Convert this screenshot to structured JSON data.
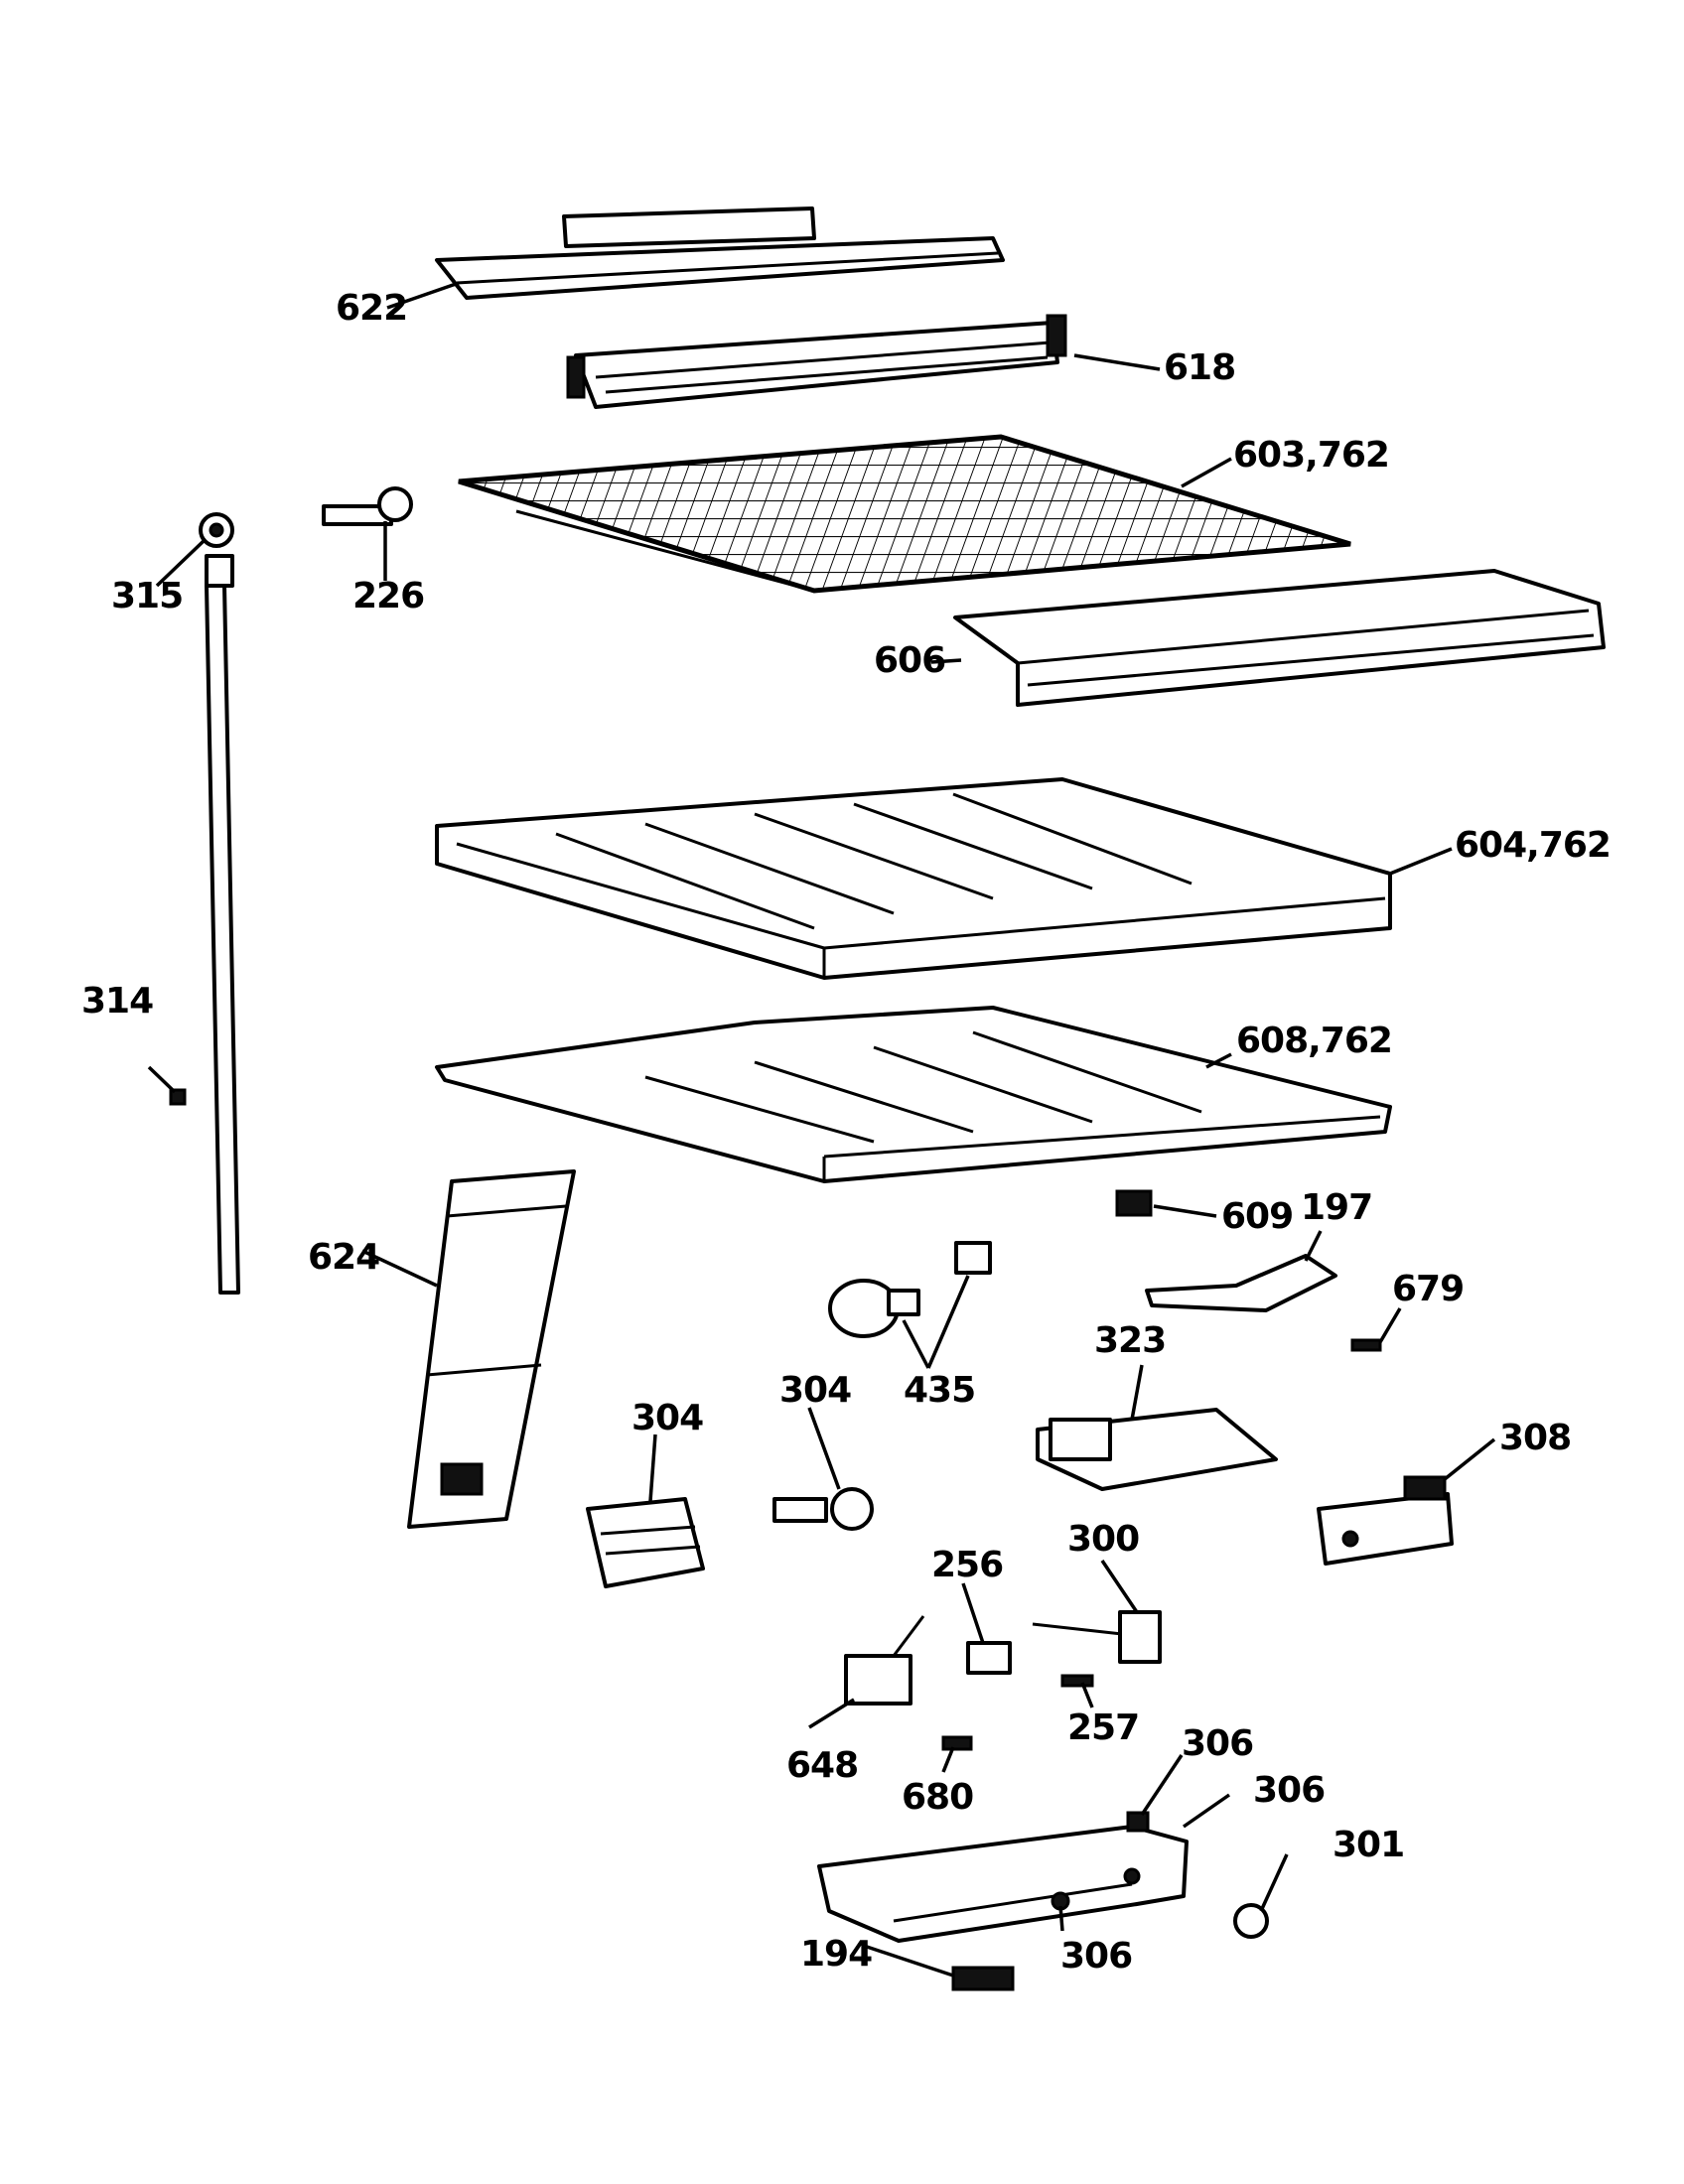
{
  "callouts": {
    "c622": "622",
    "c618": "618",
    "c603": "603,762",
    "c315": "315",
    "c226": "226",
    "c606": "606",
    "c604": "604,762",
    "c314": "314",
    "c608": "608,762",
    "c609": "609",
    "c197": "197",
    "c624": "624",
    "c679": "679",
    "c323": "323",
    "c435": "435",
    "c304a": "304",
    "c304b": "304",
    "c308": "308",
    "c300": "300",
    "c256": "256",
    "c257": "257",
    "c648": "648",
    "c680": "680",
    "c306a": "306",
    "c306b": "306",
    "c306c": "306",
    "c301": "301",
    "c194": "194"
  }
}
